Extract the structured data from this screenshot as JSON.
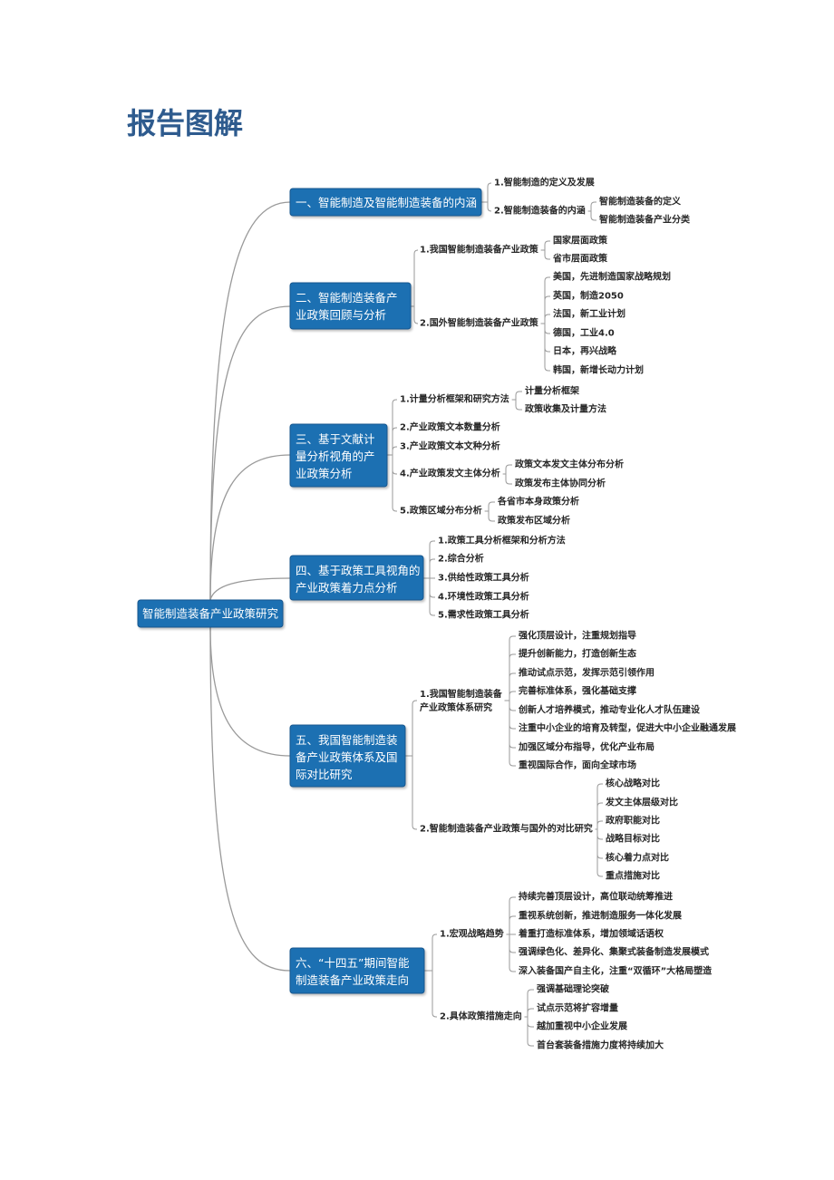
{
  "title": "报告图解",
  "root": {
    "label": "智能制造装备产业政策研究"
  },
  "branches": [
    {
      "lines": [
        "一、智能制造及智能制造装备的内涵"
      ],
      "children": [
        {
          "label": "1.智能制造的定义及发展"
        },
        {
          "label": "2.智能制造装备的内涵",
          "children": [
            "智能制造装备的定义",
            "智能制造装备产业分类"
          ]
        }
      ]
    },
    {
      "lines": [
        "二、智能制造装备产",
        "业政策回顾与分析"
      ],
      "children": [
        {
          "label": "1.我国智能制造装备产业政策",
          "children": [
            "国家层面政策",
            "省市层面政策"
          ]
        },
        {
          "label": "2.国外智能制造装备产业政策",
          "children": [
            "美国，先进制造国家战略规划",
            "英国，制造2050",
            "法国，新工业计划",
            "德国，工业4.0",
            "日本，再兴战略",
            "韩国，新增长动力计划"
          ]
        }
      ]
    },
    {
      "lines": [
        "三、基于文献计",
        "量分析视角的产",
        "业政策分析"
      ],
      "children": [
        {
          "label": "1.计量分析框架和研究方法",
          "children": [
            "计量分析框架",
            "政策收集及计量方法"
          ]
        },
        {
          "label": "2.产业政策文本数量分析"
        },
        {
          "label": "3.产业政策文本文种分析"
        },
        {
          "label": "4.产业政策发文主体分析",
          "children": [
            "政策文本发文主体分布分析",
            "政策发布主体协同分析"
          ]
        },
        {
          "label": "5.政策区域分布分析",
          "children": [
            "各省市本身政策分析",
            "政策发布区域分析"
          ]
        }
      ]
    },
    {
      "lines": [
        "四、基于政策工具视角的",
        "产业政策着力点分析"
      ],
      "children": [
        {
          "label": "1.政策工具分析框架和分析方法"
        },
        {
          "label": "2.综合分析"
        },
        {
          "label": "3.供给性政策工具分析"
        },
        {
          "label": "4.环境性政策工具分析"
        },
        {
          "label": "5.需求性政策工具分析"
        }
      ]
    },
    {
      "lines": [
        "五、我国智能制造装",
        "备产业政策体系及国",
        "际对比研究"
      ],
      "children": [
        {
          "lines": [
            "1.我国智能制造装备",
            "产业政策体系研究"
          ],
          "children": [
            "强化顶层设计，注重规划指导",
            "提升创新能力，打造创新生态",
            "推动试点示范，发挥示范引领作用",
            "完善标准体系，强化基础支撑",
            "创新人才培养模式，推动专业化人才队伍建设",
            "注重中小企业的培育及转型，促进大中小企业融通发展",
            "加强区域分布指导，优化产业布局",
            "重视国际合作，面向全球市场"
          ]
        },
        {
          "label": "2.智能制造装备产业政策与国外的对比研究",
          "children": [
            "核心战略对比",
            "发文主体层级对比",
            "政府职能对比",
            "战略目标对比",
            "核心着力点对比",
            "重点措施对比"
          ]
        }
      ]
    },
    {
      "lines": [
        "六、“十四五”期间智能",
        "制造装备产业政策走向"
      ],
      "children": [
        {
          "label": "1.宏观战略趋势",
          "children": [
            "持续完善顶层设计，高位联动统筹推进",
            "重视系统创新，推进制造服务一体化发展",
            "着重打造标准体系，增加领域话语权",
            "强调绿色化、差异化、集聚式装备制造发展模式",
            "深入装备国产自主化，注重“双循环”大格局塑造"
          ]
        },
        {
          "label": "2.具体政策措施走向",
          "children": [
            "强调基础理论突破",
            "试点示范将扩容增量",
            "越加重视中小企业发展",
            "首台套装备措施力度将持续加大"
          ]
        }
      ]
    }
  ],
  "colors": {
    "title": "#2e5b8e",
    "node_fill": "#1f6fb2",
    "node_border": "#17578e",
    "node_text": "#ffffff",
    "text": "#262626",
    "connector": "#9a9a9a"
  }
}
